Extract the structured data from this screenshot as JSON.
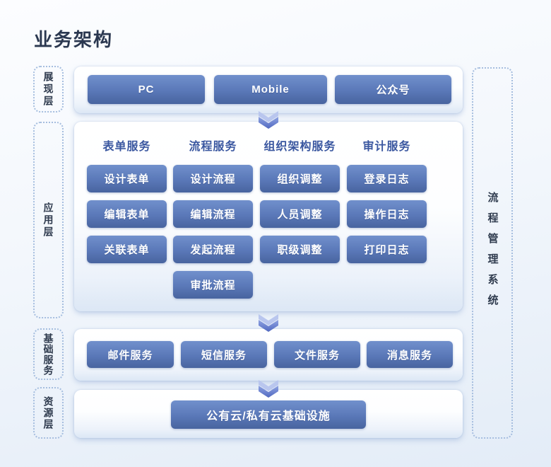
{
  "page": {
    "title": "业务架构"
  },
  "layers": {
    "left": [
      {
        "label": "展现层"
      },
      {
        "label": "应用层"
      },
      {
        "label": "基础服务"
      },
      {
        "label": "资源层"
      }
    ],
    "right": {
      "label": "流程管理系统"
    }
  },
  "presentation": {
    "items": [
      "PC",
      "Mobile",
      "公众号"
    ]
  },
  "application": {
    "columns": [
      {
        "header": "表单服务",
        "items": [
          "设计表单",
          "编辑表单",
          "关联表单"
        ]
      },
      {
        "header": "流程服务",
        "items": [
          "设计流程",
          "编辑流程",
          "发起流程",
          "审批流程"
        ]
      },
      {
        "header": "组织架构服务",
        "items": [
          "组织调整",
          "人员调整",
          "职级调整"
        ]
      },
      {
        "header": "审计服务",
        "items": [
          "登录日志",
          "操作日志",
          "打印日志"
        ]
      }
    ]
  },
  "basic": {
    "items": [
      "邮件服务",
      "短信服务",
      "文件服务",
      "消息服务"
    ]
  },
  "resource": {
    "items": [
      "公有云/私有云基础设施"
    ]
  },
  "icons": {
    "arrow": "chevron-down-icon"
  },
  "colors": {
    "title_text": "#2b3850",
    "layer_label_text": "#2f3b4e",
    "layer_border": "#a6bedf",
    "column_header_text": "#3a57a0",
    "node_top": "#7190cc",
    "node_mid": "#5a78b8",
    "node_bottom": "#48649f",
    "node_text": "#ffffff",
    "arrow_light": "#b9c6ee",
    "arrow_dark_top": "#8fa3e2",
    "arrow_dark": "#5068c0",
    "bg_top": "#fcfdff",
    "bg_bottom": "#e3ecf7",
    "panel_bottom": "#dce7f5"
  }
}
